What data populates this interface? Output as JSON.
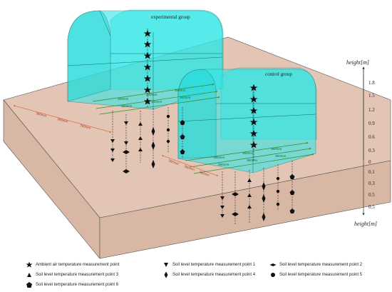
{
  "groups": {
    "experimental": "experimental group",
    "control": "control group"
  },
  "height_axis": {
    "label": "height[m]",
    "ticks": [
      "1.8",
      "1.5",
      "1.2",
      "0.9",
      "0.6",
      "0.3",
      "0",
      "0.1",
      "0.3",
      "0.5",
      "0.5"
    ]
  },
  "spacing_label": "360mm",
  "legend": [
    {
      "symbol": "star",
      "label": "Ambient air temperature measurement point"
    },
    {
      "symbol": "triangle-down",
      "label": "Soil level temperature measurement point 1"
    },
    {
      "symbol": "diamond-wide",
      "label": "Soil level temperature measurement point 2"
    },
    {
      "symbol": "triangle-up",
      "label": "Soil level temperature measurement point 3"
    },
    {
      "symbol": "diamond-tall",
      "label": "Soil level temperature measurement point 4"
    },
    {
      "symbol": "circle",
      "label": "Soil level temperature measurement point 5"
    },
    {
      "symbol": "pentagon",
      "label": "Soil level temperature measurement point 6"
    }
  ],
  "colors": {
    "soil_top": "#e3c5b5",
    "soil_side": "#d8b7a4",
    "greenhouse": "#33e6e6",
    "arrow": "#2e8b2e",
    "dim": "#d8502a"
  }
}
